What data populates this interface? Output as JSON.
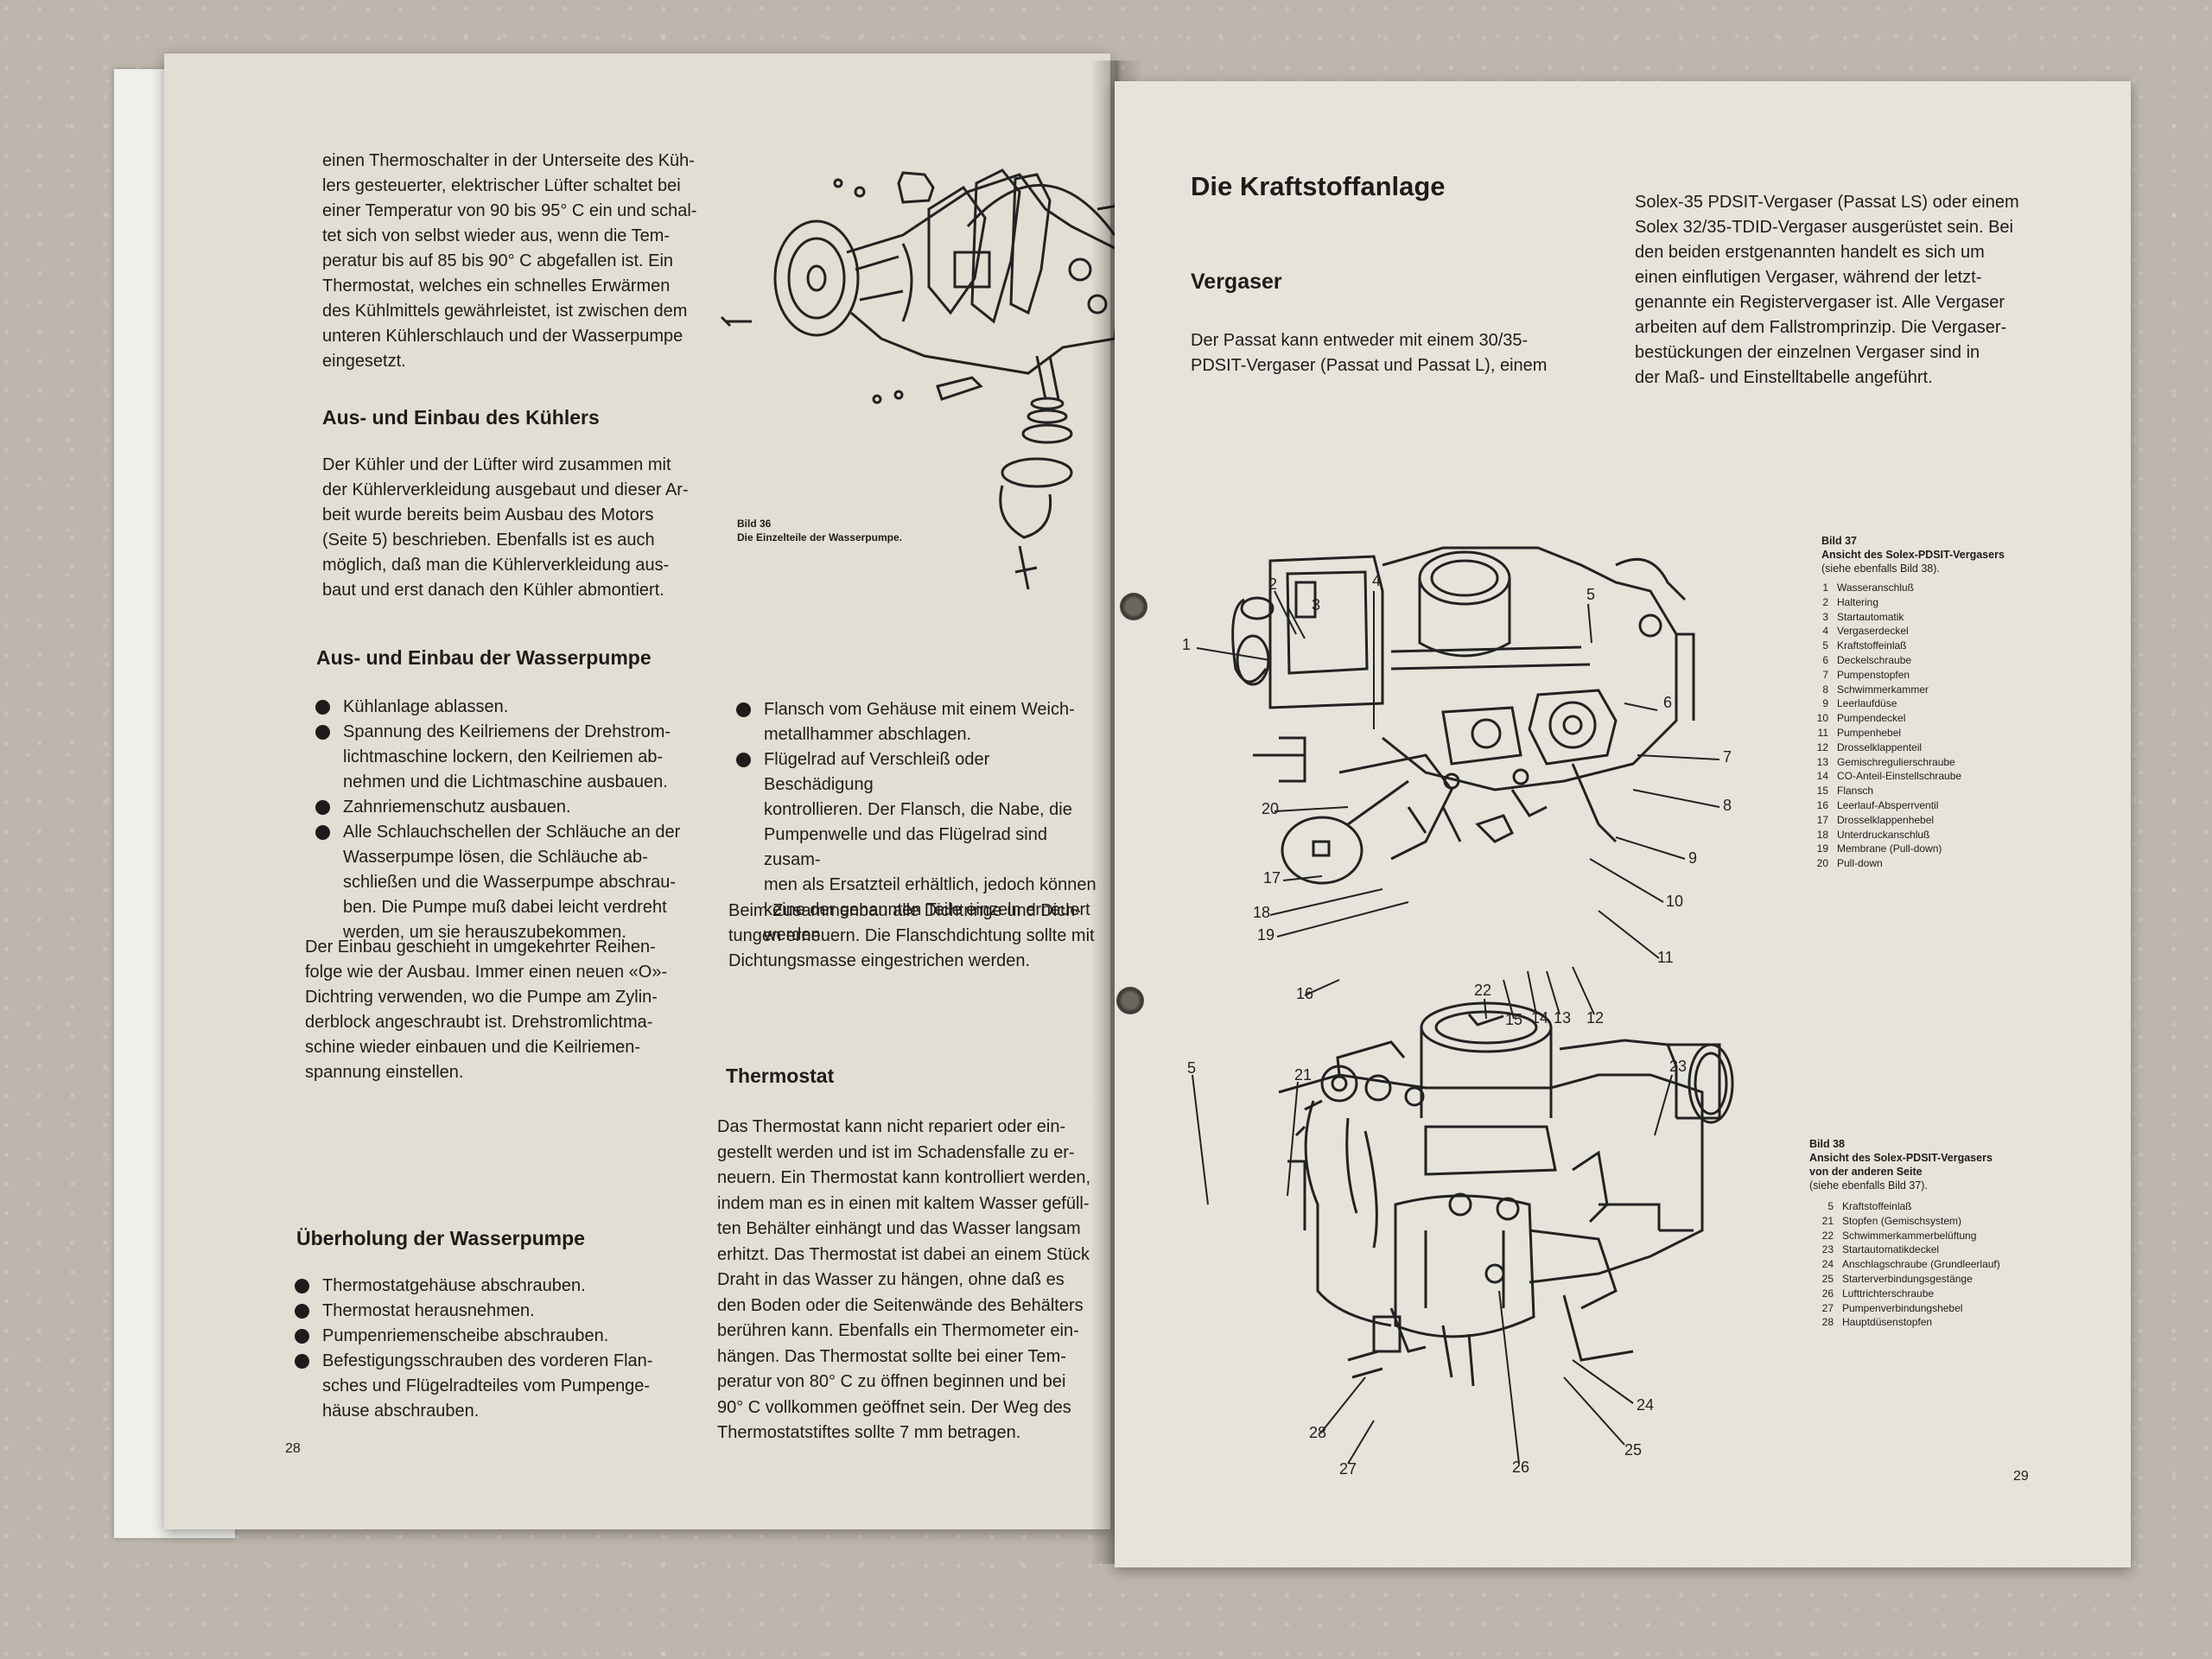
{
  "left_page": {
    "intro_lines": [
      "einen Thermoschalter in der Unterseite des Küh-",
      "lers gesteuerter, elektrischer Lüfter schaltet bei",
      "einer Temperatur von 90 bis 95° C ein und schal-",
      "tet sich von selbst wieder aus, wenn die Tem-",
      "peratur bis auf 85 bis 90° C abgefallen ist. Ein",
      "Thermostat, welches ein schnelles Erwärmen",
      "des Kühlmittels gewährleistet, ist zwischen dem",
      "unteren Kühlerschlauch und der Wasserpumpe",
      "eingesetzt."
    ],
    "figure_caption": {
      "label": "Bild 36",
      "text": "Die Einzelteile der Wasserpumpe."
    },
    "heading_kuehler": "Aus- und Einbau des Kühlers",
    "kuehler_lines": [
      "Der Kühler und der Lüfter wird zusammen mit",
      "der Kühlerverkleidung ausgebaut und dieser Ar-",
      "beit wurde bereits beim Ausbau des Motors",
      "(Seite 5) beschrieben. Ebenfalls ist es auch",
      "möglich, daß man die Kühlerverkleidung aus-",
      "baut und erst danach den Kühler abmontiert."
    ],
    "heading_wasserpumpe": "Aus- und Einbau der Wasserpumpe",
    "wasserpumpe_bullets": [
      [
        "Kühlanlage ablassen."
      ],
      [
        "Spannung des Keilriemens der Drehstrom-",
        "lichtmaschine lockern, den Keilriemen ab-",
        "nehmen und die Lichtmaschine ausbauen."
      ],
      [
        "Zahnriemenschutz ausbauen."
      ],
      [
        "Alle Schlauchschellen der Schläuche an der",
        "Wasserpumpe lösen, die Schläuche ab-",
        "schließen und die Wasserpumpe abschrau-",
        "ben. Die Pumpe muß dabei leicht verdreht",
        "werden, um sie herauszubekommen."
      ]
    ],
    "einbau_lines": [
      "Der Einbau geschieht in umgekehrter Reihen-",
      "folge wie der Ausbau. Immer einen neuen «O»-",
      "Dichtring verwenden, wo die Pumpe am Zylin-",
      "derblock angeschraubt ist. Drehstromlichtma-",
      "schine wieder einbauen und die Keilriemen-",
      "spannung einstellen."
    ],
    "heading_ueberholung": "Überholung der Wasserpumpe",
    "ueberholung_bullets": [
      [
        "Thermostatgehäuse abschrauben."
      ],
      [
        "Thermostat herausnehmen."
      ],
      [
        "Pumpenriemenscheibe abschrauben."
      ],
      [
        "Befestigungsschrauben des vorderen Flan-",
        "sches und Flügelradteiles vom Pumpenge-",
        "häuse abschrauben."
      ]
    ],
    "col2_bullets": [
      [
        "Flansch vom Gehäuse mit einem Weich-",
        "metallhammer abschlagen."
      ],
      [
        "Flügelrad auf Verschleiß oder Beschädigung",
        "kontrollieren. Der Flansch, die Nabe, die",
        "Pumpenwelle und das Flügelrad sind zusam-",
        "men als Ersatzteil erhältlich, jedoch können",
        "keine der genannten Teile einzeln erneuert",
        "werden."
      ]
    ],
    "zusammenbau_lines": [
      "Beim Zusammenbau alle Dichtringe und Dich-",
      "tungen erneuern. Die Flanschdichtung sollte mit",
      "Dichtungsmasse eingestrichen werden."
    ],
    "heading_thermostat": "Thermostat",
    "thermostat_lines": [
      "Das Thermostat kann nicht repariert oder ein-",
      "gestellt werden und ist im Schadensfalle zu er-",
      "neuern. Ein Thermostat kann kontrolliert werden,",
      "indem man es in einen mit kaltem Wasser gefüll-",
      "ten Behälter einhängt und das Wasser langsam",
      "erhitzt. Das Thermostat ist dabei an einem Stück",
      "Draht in das Wasser zu hängen, ohne daß es",
      "den Boden oder die Seitenwände des Behälters",
      "berühren kann. Ebenfalls ein Thermometer ein-",
      "hängen. Das Thermostat sollte bei einer Tem-",
      "peratur von 80° C zu öffnen beginnen und bei",
      "90° C vollkommen geöffnet sein. Der Weg des",
      "Thermostatstiftes sollte 7 mm betragen."
    ],
    "page_number": "28"
  },
  "right_page": {
    "title": "Die Kraftstoffanlage",
    "heading_vergaser": "Vergaser",
    "vergaser_lines": [
      "Der Passat kann entweder mit einem 30/35-",
      "PDSIT-Vergaser (Passat und Passat L), einem"
    ],
    "col2_lines": [
      "Solex-35 PDSIT-Vergaser (Passat LS) oder einem",
      "Solex 32/35-TDID-Vergaser ausgerüstet sein. Bei",
      "den beiden erstgenannten handelt es sich um",
      "einen einflutigen Vergaser, während der letzt-",
      "genannte ein Registervergaser ist. Alle Vergaser",
      "arbeiten auf dem Fallstromprinzip. Die Vergaser-",
      "bestückungen der einzelnen Vergaser sind in",
      "der Maß- und Einstelltabelle angeführt."
    ],
    "fig37": {
      "label": "Bild 37",
      "title": "Ansicht des Solex-PDSIT-Vergasers",
      "subtitle": "(siehe ebenfalls Bild 38).",
      "items": [
        [
          "1",
          "Wasseranschluß"
        ],
        [
          "2",
          "Haltering"
        ],
        [
          "3",
          "Startautomatik"
        ],
        [
          "4",
          "Vergaserdeckel"
        ],
        [
          "5",
          "Kraftstoffeinlaß"
        ],
        [
          "6",
          "Deckelschraube"
        ],
        [
          "7",
          "Pumpenstopfen"
        ],
        [
          "8",
          "Schwimmerkammer"
        ],
        [
          "9",
          "Leerlaufdüse"
        ],
        [
          "10",
          "Pumpendeckel"
        ],
        [
          "11",
          "Pumpenhebel"
        ],
        [
          "12",
          "Drosselklappenteil"
        ],
        [
          "13",
          "Gemischregulierschraube"
        ],
        [
          "14",
          "CO-Anteil-Einstellschraube"
        ],
        [
          "15",
          "Flansch"
        ],
        [
          "16",
          "Leerlauf-Absperrventil"
        ],
        [
          "17",
          "Drosselklappenhebel"
        ],
        [
          "18",
          "Unterdruckanschluß"
        ],
        [
          "19",
          "Membrane (Pull-down)"
        ],
        [
          "20",
          "Pull-down"
        ]
      ],
      "callouts": [
        "1",
        "2",
        "3",
        "4",
        "5",
        "6",
        "7",
        "8",
        "9",
        "10",
        "11",
        "12",
        "13",
        "14",
        "15",
        "16",
        "17",
        "18",
        "19",
        "20"
      ]
    },
    "fig38": {
      "label": "Bild 38",
      "title_line1": "Ansicht des Solex-PDSIT-Vergasers",
      "title_line2": "von der anderen Seite",
      "subtitle": "(siehe ebenfalls Bild 37).",
      "items": [
        [
          "5",
          "Kraftstoffeinlaß"
        ],
        [
          "21",
          "Stopfen (Gemischsystem)"
        ],
        [
          "22",
          "Schwimmerkammerbelüftung"
        ],
        [
          "23",
          "Startautomatikdeckel"
        ],
        [
          "24",
          "Anschlagschraube (Grundleerlauf)"
        ],
        [
          "25",
          "Starterverbindungsgestänge"
        ],
        [
          "26",
          "Lufttrichterschraube"
        ],
        [
          "27",
          "Pumpenverbindungshebel"
        ],
        [
          "28",
          "Hauptdüsenstopfen"
        ]
      ],
      "callouts": [
        "5",
        "21",
        "22",
        "23",
        "24",
        "25",
        "26",
        "27",
        "28"
      ]
    },
    "page_number": "29"
  }
}
